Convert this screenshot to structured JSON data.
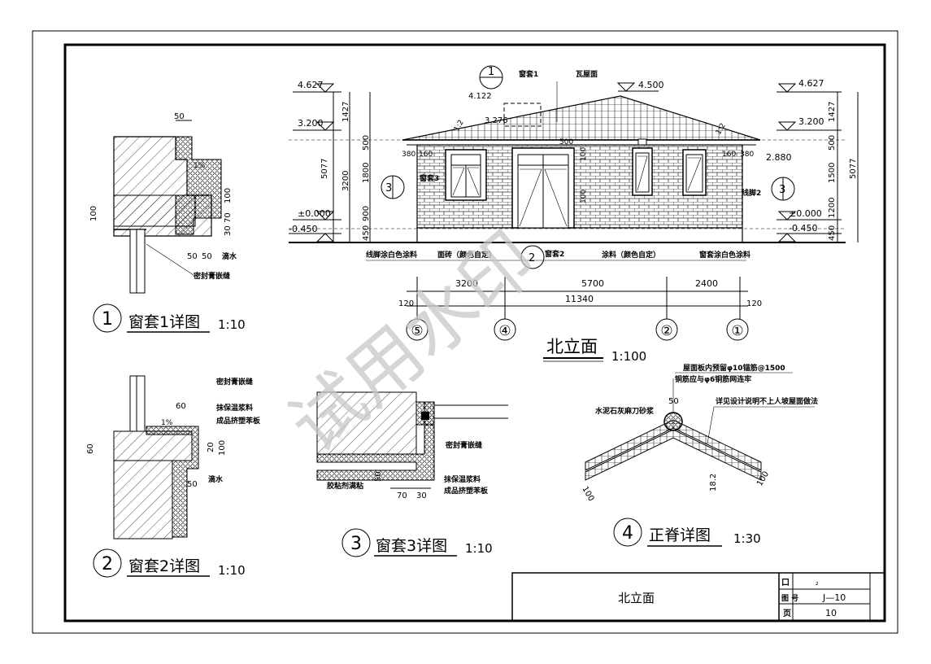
{
  "elevation": {
    "title": "北立面",
    "scale": "1:100",
    "levels": {
      "l4627": "4.627",
      "l3200": "3.200",
      "l0": "±0.000",
      "lm450": "-0.450",
      "l4500": "4.500",
      "l4122": "4.122",
      "l3276": "3.276",
      "l2880": "2.880"
    },
    "dims_left": {
      "d1427": "1427",
      "d500": "500",
      "d1800": "1800",
      "d900": "900",
      "d450": "450",
      "d5077": "5077",
      "d3200": "3200"
    },
    "dims_right": {
      "d1427": "1427",
      "d500": "500",
      "d1500": "1500",
      "d1200": "1200",
      "d450": "450",
      "d5077": "5077"
    },
    "dims_bottom": {
      "d3200": "3200",
      "d5700": "5700",
      "d2400": "2400",
      "d11340": "11340",
      "d120a": "120",
      "d120b": "120"
    },
    "axes": [
      "⑤",
      "④",
      "②",
      "①"
    ],
    "labels": {
      "wintao1": "窗套1",
      "wapian": "瓦屋面",
      "wintao3": "窗套3",
      "wintao2": "窗套2",
      "xianjiao2": "线脚2",
      "coat_left": "线脚涂白色涂料",
      "tile": "面砖（颜色自定）",
      "paint": "涂料（颜色自定）",
      "coat_right": "窗套涂白色涂料",
      "d380l": "380",
      "d160l": "160",
      "d160r": "160",
      "d380r": "380",
      "d100a": "100",
      "d100b": "100",
      "d500c": "500",
      "slope": "1:2"
    },
    "callouts": {
      "c1": "1",
      "c3": "3",
      "c2": "2",
      "c3r": "3"
    }
  },
  "detail1": {
    "num": "1",
    "title": "窗套1详图",
    "scale": "1:10",
    "d50": "50",
    "d1pct": "1%",
    "d100": "100",
    "d100v": "100",
    "d30": "30",
    "d70": "70",
    "d50b": "50",
    "d50c": "50",
    "drip": "滴水",
    "seal": "密封膏嵌缝"
  },
  "detail2": {
    "num": "2",
    "title": "窗套2详图",
    "scale": "1:10",
    "seal": "密封膏嵌缝",
    "mortar": "抹保温浆料",
    "board": "成品挤塑苯板",
    "d60": "60",
    "d1pct": "1%",
    "d60v": "60",
    "d20": "20",
    "d100": "100",
    "d50": "50",
    "drip": "滴水"
  },
  "detail3": {
    "num": "3",
    "title": "窗套3详图",
    "scale": "1:10",
    "seal": "密封膏嵌缝",
    "mortar": "抹保温浆料",
    "board": "成品挤塑苯板",
    "glue": "胶粘剂满粘",
    "d50": "50",
    "d70": "70",
    "d30": "30"
  },
  "detail4": {
    "num": "4",
    "title": "正脊详图",
    "scale": "1:30",
    "note1": "屋面板内预留φ10锚筋@1500",
    "note2": "铜筋应与φ6铜筋网连牢",
    "note3": "水泥石灰麻刀砂浆",
    "note4": "详见设计说明不上人坡屋面做法",
    "d50": "50",
    "d100a": "100",
    "d100b": "100",
    "d18": "18.2"
  },
  "titleblock": {
    "name": "北立面",
    "r1": "口",
    "r2": "图 号",
    "r3": "页",
    "v1": "₂",
    "v2": "J—10",
    "v3": "10"
  },
  "watermark": "试用水印"
}
